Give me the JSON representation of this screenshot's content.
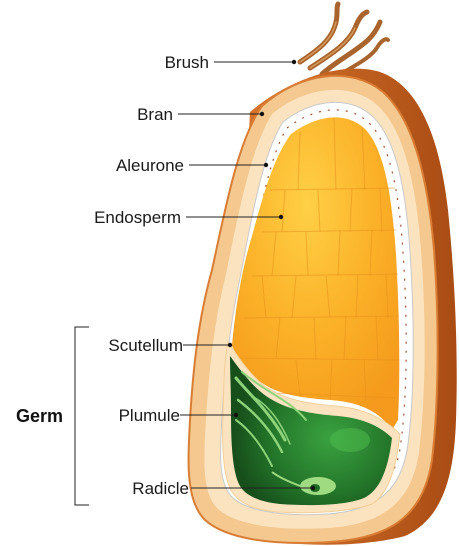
{
  "labels": {
    "brush": "Brush",
    "bran": "Bran",
    "aleurone": "Aleurone",
    "endosperm": "Endosperm",
    "scutellum": "Scutellum",
    "plumule": "Plumule",
    "radicle": "Radicle"
  },
  "group_label": "Germ",
  "colors": {
    "bran_shadow": "#c9621c",
    "bran_outer": "#f6cf9a",
    "bran_inner": "#fbe4c2",
    "aleurone": "#ffffff",
    "endosperm": "#f7a21f",
    "endosperm_light": "#ffd046",
    "germ_dark": "#1a5e1f",
    "germ_light": "#3aa240",
    "brush": "#a8642c"
  }
}
